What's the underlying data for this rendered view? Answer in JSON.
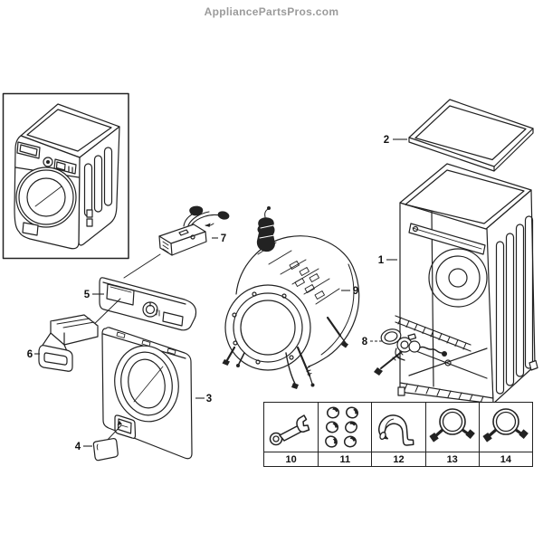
{
  "header": {
    "site_name": "AppliancePartsPros.com"
  },
  "diagram": {
    "description": "Washer exploded-view parts diagram",
    "callouts": [
      {
        "label": "1",
        "part": "cabinet-frame"
      },
      {
        "label": "2",
        "part": "top-plate"
      },
      {
        "label": "3",
        "part": "front-panel"
      },
      {
        "label": "4",
        "part": "access-cover"
      },
      {
        "label": "5",
        "part": "control-panel"
      },
      {
        "label": "6",
        "part": "dispenser-drawer"
      },
      {
        "label": "7",
        "part": "noise-filter-module"
      },
      {
        "label": "8",
        "part": "drain-pump"
      },
      {
        "label": "9",
        "part": "tub-assembly"
      }
    ]
  },
  "parts_table": {
    "items": [
      {
        "number": "10",
        "icon": "wrench-icon"
      },
      {
        "number": "11",
        "icon": "bolt-caps-icon"
      },
      {
        "number": "12",
        "icon": "drain-hose-icon"
      },
      {
        "number": "13",
        "icon": "inlet-hose-icon"
      },
      {
        "number": "14",
        "icon": "inlet-hose-icon"
      }
    ]
  },
  "colors": {
    "line": "#222222",
    "header_text": "#9b9b9b",
    "background": "#ffffff"
  }
}
